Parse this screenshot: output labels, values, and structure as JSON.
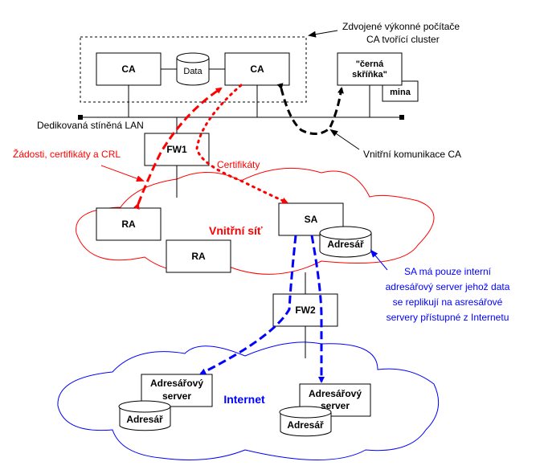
{
  "diagram": {
    "title": "CA infrastructure network diagram",
    "colors": {
      "black": "#000000",
      "red": "#ff0000",
      "blue": "#0000ff"
    },
    "annotations": {
      "cluster_line1": "Zdvojené výkonné počítače",
      "cluster_line2": "CA tvořící cluster",
      "lan": "Dedikovaná stíněná LAN",
      "requests": "Žádosti, certifikáty a CRL",
      "certificates": "Certifikáty",
      "internal_comm": "Vnitřní komunikace CA",
      "sa_note_line1": "SA má pouze interní",
      "sa_note_line2": "adresářový server jehož data",
      "sa_note_line3": "se replikují na asresářové",
      "sa_note_line4": "servery přístupné z Internetu"
    },
    "nodes": {
      "ca1": "CA",
      "ca2": "CA",
      "data": "Data",
      "black_box_line1": "\"černá",
      "black_box_line2": "skříňka\"",
      "mina": "mina",
      "fw1": "FW1",
      "fw2": "FW2",
      "ra1": "RA",
      "ra2": "RA",
      "sa": "SA",
      "sa_directory": "Adresář",
      "dir_server1_line1": "Adresářový",
      "dir_server1_line2": "server",
      "dir_server1_db": "Adresář",
      "dir_server2_line1": "Adresářový",
      "dir_server2_line2": "server",
      "dir_server2_db": "Adresář"
    },
    "networks": {
      "internal": "Vnitřní síť",
      "internet": "Internet"
    }
  }
}
